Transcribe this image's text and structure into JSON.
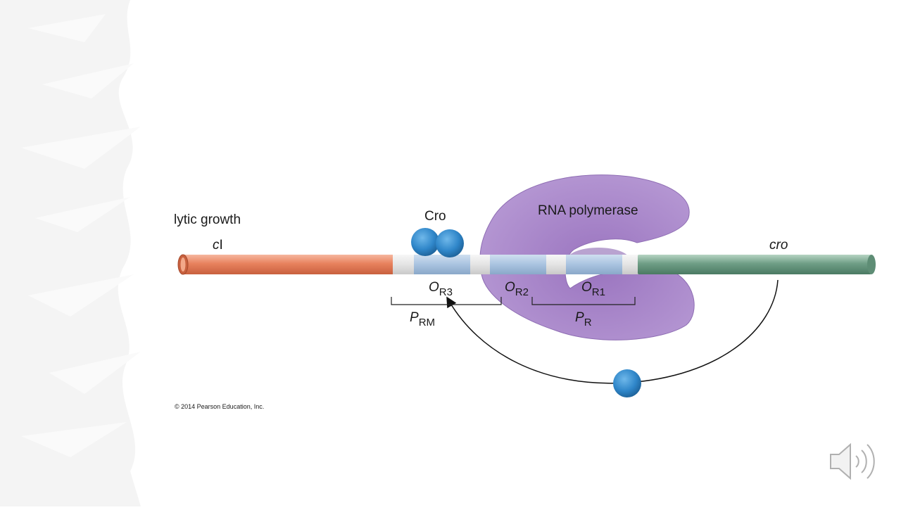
{
  "diagram": {
    "title": "lytic growth",
    "genes": {
      "left": {
        "prefix": "c",
        "suffix": "I"
      },
      "right": "cro"
    },
    "proteins": {
      "cro_dimer": "Cro",
      "polymerase": "RNA polymerase"
    },
    "operators": [
      {
        "base": "O",
        "sub": "R3"
      },
      {
        "base": "O",
        "sub": "R2"
      },
      {
        "base": "O",
        "sub": "R1"
      }
    ],
    "promoters": [
      {
        "base": "P",
        "sub": "RM"
      },
      {
        "base": "P",
        "sub": "R"
      }
    ],
    "credit": "© 2014 Pearson Education, Inc.",
    "colors": {
      "ci_dna": "#e8825e",
      "operator_region": "#a9c3e0",
      "spacer": "#e6e6e6",
      "cro_dna": "#6f9e86",
      "polymerase": "#a98bc8",
      "cro_protein": "#2f86c9"
    }
  },
  "controls": {
    "audio_icon": "speaker-icon"
  }
}
